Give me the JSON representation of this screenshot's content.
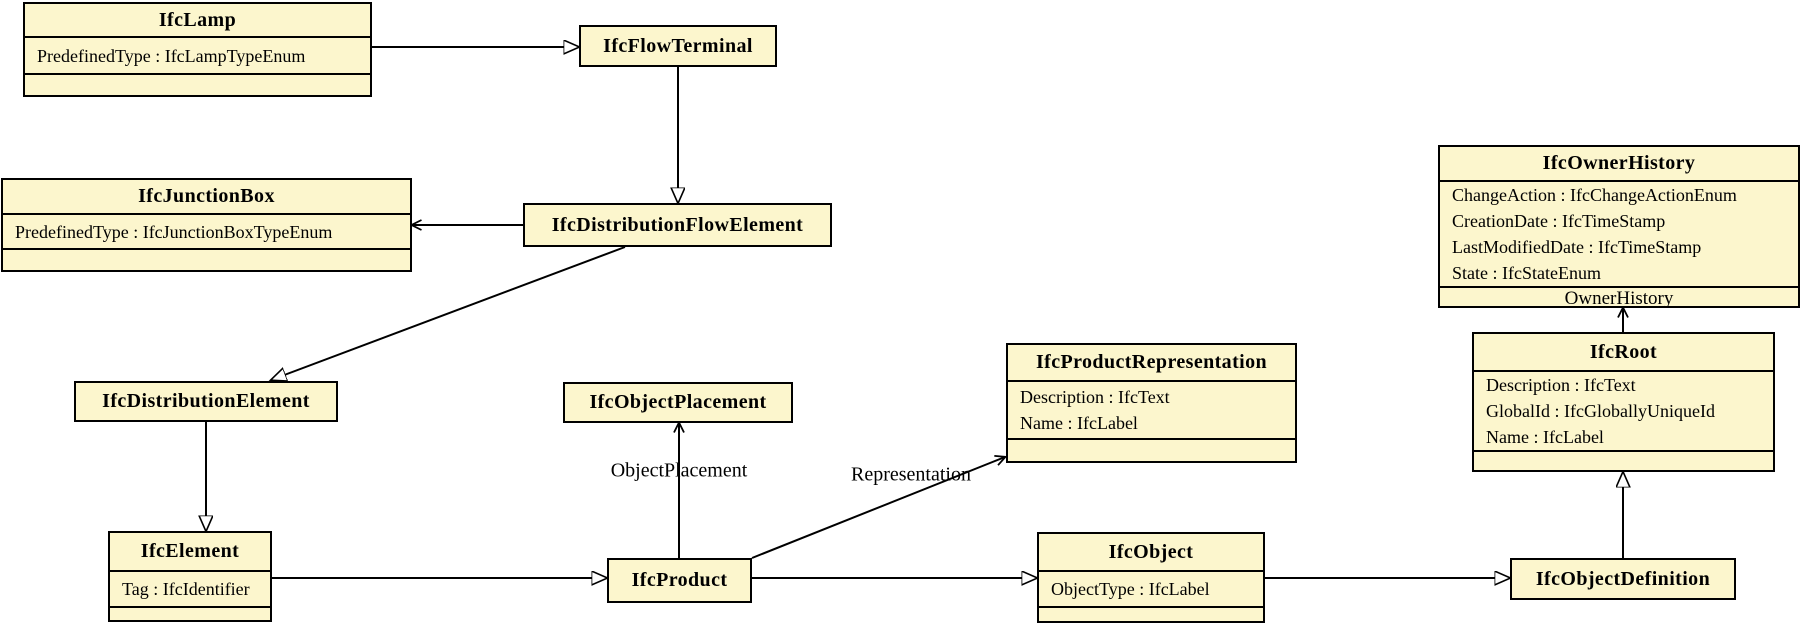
{
  "diagram": {
    "type": "uml-class-diagram",
    "colors": {
      "class_fill": "#fcf6cd",
      "border": "#000000",
      "background": "#ffffff"
    },
    "classes": [
      {
        "name": "IfcLamp",
        "attributes": [
          "PredefinedType : IfcLampTypeEnum"
        ],
        "footer": ""
      },
      {
        "name": "IfcFlowTerminal",
        "attributes": [],
        "footer": null
      },
      {
        "name": "IfcJunctionBox",
        "attributes": [
          "PredefinedType : IfcJunctionBoxTypeEnum"
        ],
        "footer": ""
      },
      {
        "name": "IfcDistributionFlowElement",
        "attributes": [],
        "footer": null
      },
      {
        "name": "IfcDistributionElement",
        "attributes": [],
        "footer": null
      },
      {
        "name": "IfcElement",
        "attributes": [
          "Tag : IfcIdentifier"
        ],
        "footer": ""
      },
      {
        "name": "IfcObjectPlacement",
        "attributes": [],
        "footer": null
      },
      {
        "name": "IfcProduct",
        "attributes": [],
        "footer": null
      },
      {
        "name": "IfcProductRepresentation",
        "attributes": [
          "Description : IfcText",
          "Name : IfcLabel"
        ],
        "footer": ""
      },
      {
        "name": "IfcObject",
        "attributes": [
          "ObjectType : IfcLabel"
        ],
        "footer": ""
      },
      {
        "name": "IfcOwnerHistory",
        "attributes": [
          "ChangeAction : IfcChangeActionEnum",
          "CreationDate : IfcTimeStamp",
          "LastModifiedDate : IfcTimeStamp",
          "State : IfcStateEnum"
        ],
        "footer": "OwnerHistory"
      },
      {
        "name": "IfcRoot",
        "attributes": [
          "Description : IfcText",
          "GlobalId : IfcGloballyUniqueId",
          "Name : IfcLabel"
        ],
        "footer": ""
      },
      {
        "name": "IfcObjectDefinition",
        "attributes": [],
        "footer": null
      }
    ],
    "edge_labels": {
      "object_placement": "ObjectPlacement",
      "representation": "Representation",
      "owner_history": "OwnerHistory"
    },
    "relationships": [
      {
        "from": "IfcLamp",
        "to": "IfcFlowTerminal",
        "type": "generalization",
        "label": ""
      },
      {
        "from": "IfcFlowTerminal",
        "to": "IfcDistributionFlowElement",
        "type": "generalization",
        "label": ""
      },
      {
        "from": "IfcDistributionFlowElement",
        "to": "IfcJunctionBox",
        "type": "association",
        "label": ""
      },
      {
        "from": "IfcDistributionFlowElement",
        "to": "IfcDistributionElement",
        "type": "generalization",
        "label": ""
      },
      {
        "from": "IfcDistributionElement",
        "to": "IfcElement",
        "type": "generalization",
        "label": ""
      },
      {
        "from": "IfcElement",
        "to": "IfcProduct",
        "type": "generalization",
        "label": ""
      },
      {
        "from": "IfcProduct",
        "to": "IfcObjectPlacement",
        "type": "association",
        "label": "ObjectPlacement"
      },
      {
        "from": "IfcProduct",
        "to": "IfcProductRepresentation",
        "type": "association",
        "label": "Representation"
      },
      {
        "from": "IfcProduct",
        "to": "IfcObject",
        "type": "generalization",
        "label": ""
      },
      {
        "from": "IfcObject",
        "to": "IfcObjectDefinition",
        "type": "generalization",
        "label": ""
      },
      {
        "from": "IfcObjectDefinition",
        "to": "IfcRoot",
        "type": "generalization",
        "label": ""
      },
      {
        "from": "IfcRoot",
        "to": "IfcOwnerHistory",
        "type": "association",
        "label": "OwnerHistory"
      }
    ]
  }
}
